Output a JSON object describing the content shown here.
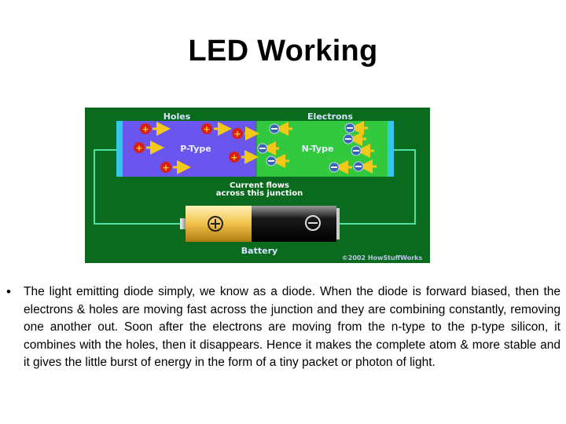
{
  "slide": {
    "title": "LED Working",
    "body": "The light emitting diode simply, we know as a diode. When the diode is forward biased, then the electrons & holes are moving fast across the junction and they are combining constantly, removing one another out. Soon after the electrons are moving from the n-type to the p-type silicon, it combines with the holes, then it disappears. Hence it makes the complete atom & more stable and it gives the little burst of energy in the form of a tiny packet or photon of light.",
    "bullet": "•"
  },
  "diagram": {
    "holes_label": "Holes",
    "electrons_label": "Electrons",
    "p_type_label": "P-Type",
    "n_type_label": "N-Type",
    "current_line1": "Current flows",
    "current_line2": "across this junction",
    "battery_label": "Battery",
    "copyright": "©2002 HowStuffWorks",
    "colors": {
      "background": "#0a6a1e",
      "p_region": "#6a55ee",
      "n_region": "#33c93f",
      "hole": "#d62018",
      "electron": "#3a63b5",
      "arrow": "#f2c81a",
      "wire": "#4fe0a6",
      "battery_pos": "#f1c24a",
      "battery_neg": "#111111"
    }
  }
}
